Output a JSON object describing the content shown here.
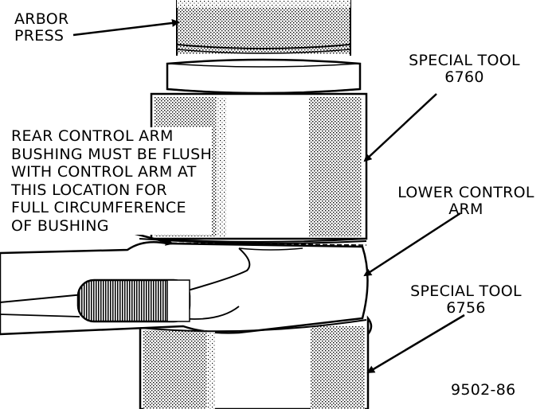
{
  "labels": {
    "arbor_press": [
      "ARBOR",
      "PRESS"
    ],
    "special_tool_top": [
      "SPECIAL TOOL",
      "6760"
    ],
    "rear_note": [
      "REAR CONTROL ARM",
      "BUSHING MUST BE FLUSH",
      "WITH CONTROL ARM AT",
      "THIS LOCATION FOR",
      "FULL CIRCUMFERENCE",
      "OF BUSHING"
    ],
    "lower_control_arm": [
      "LOWER CONTROL",
      "ARM"
    ],
    "special_tool_bottom": [
      "SPECIAL TOOL",
      "6756"
    ],
    "figure_number": "9502-86"
  }
}
